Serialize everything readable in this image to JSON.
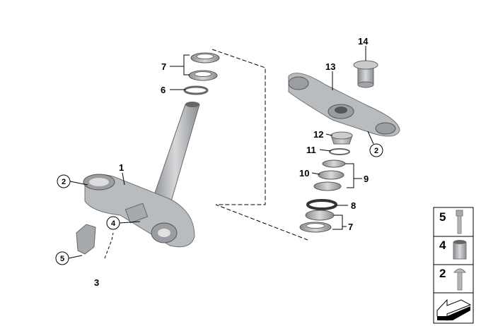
{
  "callouts": {
    "left_bearing": "7",
    "left_washer": "6",
    "lower_clamp": "1",
    "lower_bolt": "2",
    "bushing": "4",
    "bracket_screw": "5",
    "bracket": "3",
    "cap": "14",
    "upper_clamp": "13",
    "upper_bolt": "2",
    "nut": "12",
    "ring": "11",
    "bearing_inner": "10",
    "bearing_group": "9",
    "seal": "8",
    "lower_bearing": "7"
  },
  "legend": {
    "rows": [
      {
        "number": "5",
        "part": "socket-screw"
      },
      {
        "number": "4",
        "part": "sleeve"
      },
      {
        "number": "2",
        "part": "button-screw"
      }
    ],
    "footer_icon": "direction-arrow-icon"
  },
  "colors": {
    "part": "#b9bcbf",
    "part_dark": "#7d8084",
    "line": "#000000"
  }
}
